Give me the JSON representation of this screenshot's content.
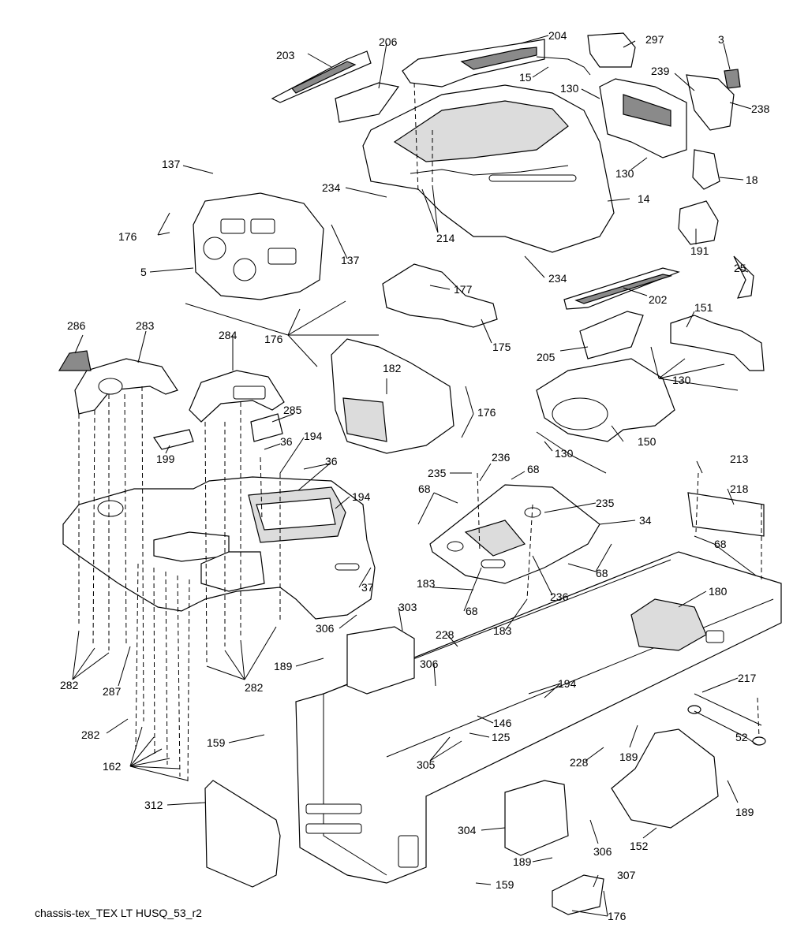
{
  "caption": "chassis-tex_TEX LT HUSQ_53_r2",
  "part_labels": [
    "203",
    "206",
    "204",
    "297",
    "3",
    "15",
    "239",
    "130",
    "238",
    "137",
    "234",
    "214",
    "14",
    "130",
    "18",
    "176",
    "137",
    "5",
    "191",
    "234",
    "177",
    "25",
    "202",
    "151",
    "176",
    "286",
    "283",
    "284",
    "182",
    "175",
    "205",
    "130",
    "285",
    "176",
    "199",
    "36",
    "194",
    "36",
    "130",
    "150",
    "235",
    "236",
    "68",
    "213",
    "68",
    "235",
    "194",
    "34",
    "218",
    "68",
    "68",
    "37",
    "183",
    "68",
    "236",
    "183",
    "180",
    "303",
    "306",
    "228",
    "306",
    "189",
    "194",
    "282",
    "287",
    "282",
    "217",
    "146",
    "282",
    "125",
    "305",
    "52",
    "159",
    "162",
    "189",
    "228",
    "312",
    "189",
    "304",
    "306",
    "152",
    "189",
    "307",
    "159",
    "176"
  ]
}
